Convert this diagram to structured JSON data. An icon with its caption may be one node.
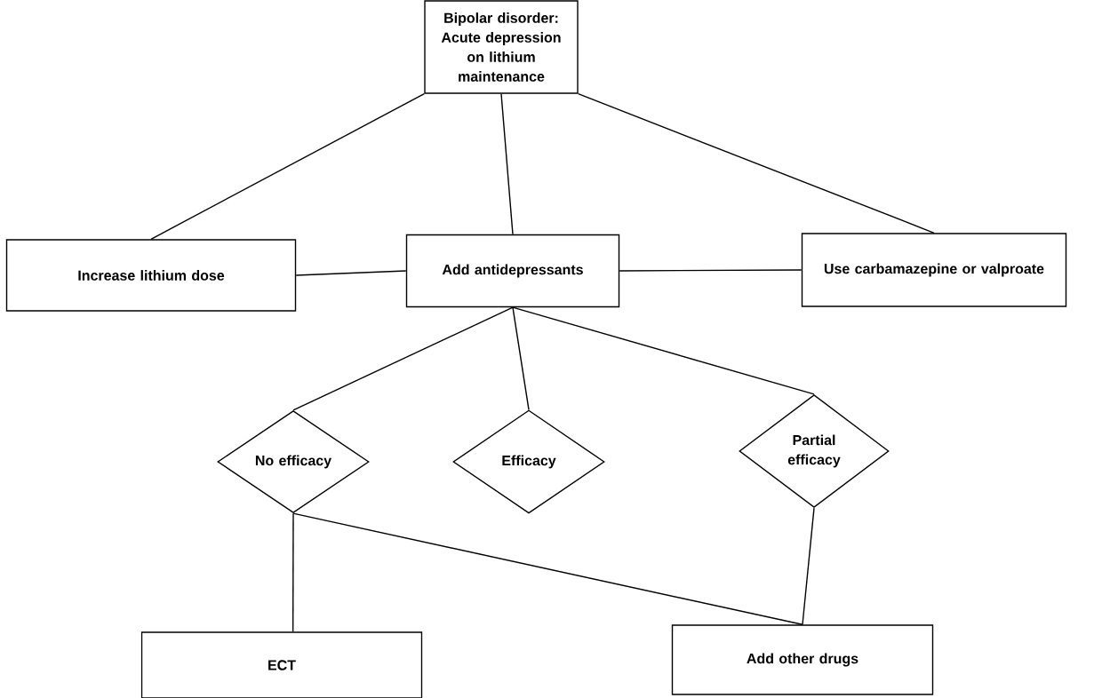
{
  "diagram": {
    "nodes": [
      {
        "text": [
          "Bipolar disorder: Acute depression on lithium maintenance"
        ]
      },
      {
        "text": [
          "Increase lithium dose"
        ]
      },
      {
        "text": [
          "Add antidepressants"
        ]
      },
      {
        "text": [
          "Use carbamazepine or valproate"
        ]
      },
      {
        "text": [
          "No efficacy"
        ]
      },
      {
        "text": [
          "Efficacy"
        ]
      },
      {
        "text": [
          "Partial efficacy"
        ]
      },
      {
        "text": [
          "ECT"
        ]
      },
      {
        "text": [
          "Add other drugs"
        ]
      }
    ],
    "edges": [
      {
        "from": 0,
        "to": 1,
        "arrow": "none"
      },
      {
        "from": 0,
        "to": 2,
        "arrow": "none"
      },
      {
        "from": 0,
        "to": 3,
        "arrow": "none"
      },
      {
        "from": 1,
        "to": 2,
        "arrow": "none"
      },
      {
        "from": 2,
        "to": 3,
        "arrow": "none"
      },
      {
        "from": 2,
        "to": 4,
        "arrow": "none"
      },
      {
        "from": 2,
        "to": 5,
        "arrow": "none"
      },
      {
        "from": 2,
        "to": 6,
        "arrow": "none"
      },
      {
        "from": 4,
        "to": 7,
        "arrow": "none"
      },
      {
        "from": 4,
        "to": 8,
        "arrow": "none"
      },
      {
        "from": 6,
        "to": 8,
        "arrow": "none"
      }
    ]
  }
}
